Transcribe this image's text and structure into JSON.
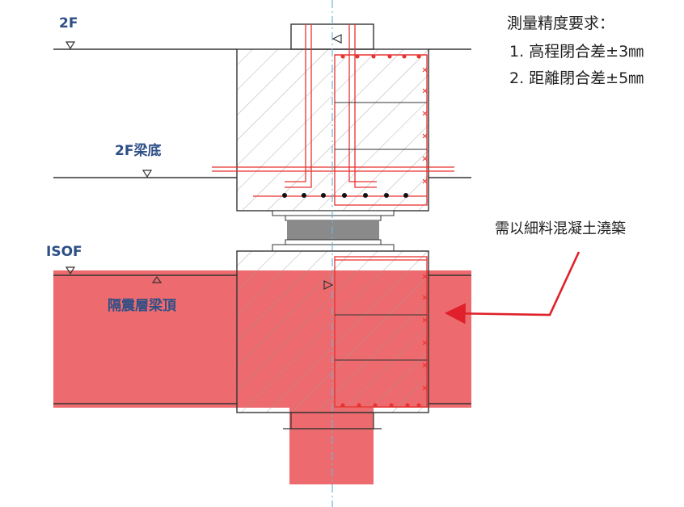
{
  "levels": {
    "f2": "2F",
    "f2_beam_bottom": "2F梁底",
    "isof": "ISOF",
    "iso_beam_top": "隔震層梁頂"
  },
  "notes": {
    "title": "測量精度要求：",
    "items": [
      "1. 高程閉合差±3㎜",
      "2. 距離閉合差±5㎜"
    ]
  },
  "callout": {
    "text": "需以細料混凝土澆築"
  },
  "colors": {
    "concrete_fill": "#ed6b6e",
    "rebar": "#e8322f",
    "bearing": "#8a8a8a",
    "axis": "#6fb3d6",
    "label_blue": "#2e4f86"
  }
}
